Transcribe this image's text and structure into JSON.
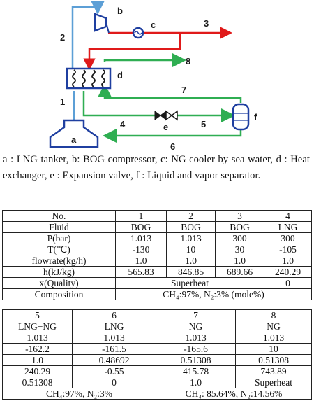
{
  "diagram": {
    "stream_numbers": [
      "1",
      "2",
      "3",
      "4",
      "5",
      "6",
      "7",
      "8"
    ],
    "unit_letters": {
      "a": "a",
      "b": "b",
      "c": "c",
      "d": "d",
      "e": "e",
      "f": "f"
    },
    "colors": {
      "cold_stream": "#2fae52",
      "bog_line": "#5c9fd6",
      "hot_stream": "#e01a1a",
      "equipment": "#1f3fa0"
    },
    "icons": [
      "lng-tank-icon",
      "compressor-icon",
      "cooler-icon",
      "heat-exchanger-icon",
      "expansion-valve-icon",
      "separator-icon"
    ]
  },
  "caption": "a : LNG tanker, b: BOG compressor, c: NG cooler by sea water, d : Heat exchanger, e : Expansion valve, f : Liquid and vapor separator.",
  "table1": {
    "header": [
      "No.",
      "1",
      "2",
      "3",
      "4"
    ],
    "rows": [
      [
        "Fluid",
        "BOG",
        "BOG",
        "BOG",
        "LNG"
      ],
      [
        "P(bar)",
        "1.013",
        "1.013",
        "300",
        "300"
      ],
      [
        "T(℃)",
        "-130",
        "10",
        "30",
        "-105"
      ],
      [
        "flowrate(kg/h)",
        "1.0",
        "1.0",
        "1.0",
        "1.0"
      ],
      [
        "h(kJ/kg)",
        "565.83",
        "846.85",
        "689.66",
        "240.29"
      ]
    ],
    "quality_label": "x(Quality)",
    "quality_merged": "Superheat",
    "quality_4": "0",
    "composition_label": "Composition",
    "composition_value": "CH₄:97%, N₂:3% (mole%)"
  },
  "table2": {
    "header": [
      "5",
      "6",
      "7",
      "8"
    ],
    "rows": [
      [
        "LNG+NG",
        "LNG",
        "NG",
        "NG"
      ],
      [
        "1.013",
        "1.013",
        "1.013",
        "1.013"
      ],
      [
        "-162.2",
        "-161.5",
        "-165.6",
        "10"
      ],
      [
        "1.0",
        "0.48692",
        "0.51308",
        "0.51308"
      ],
      [
        "240.29",
        "-0.55",
        "415.78",
        "743.89"
      ],
      [
        "0.51308",
        "0",
        "1.0",
        "Superheat"
      ]
    ],
    "composition_left": "CH₄:97%, N₂:3%",
    "composition_right": "CH₄: 85.64%, N₂:14.56%"
  }
}
